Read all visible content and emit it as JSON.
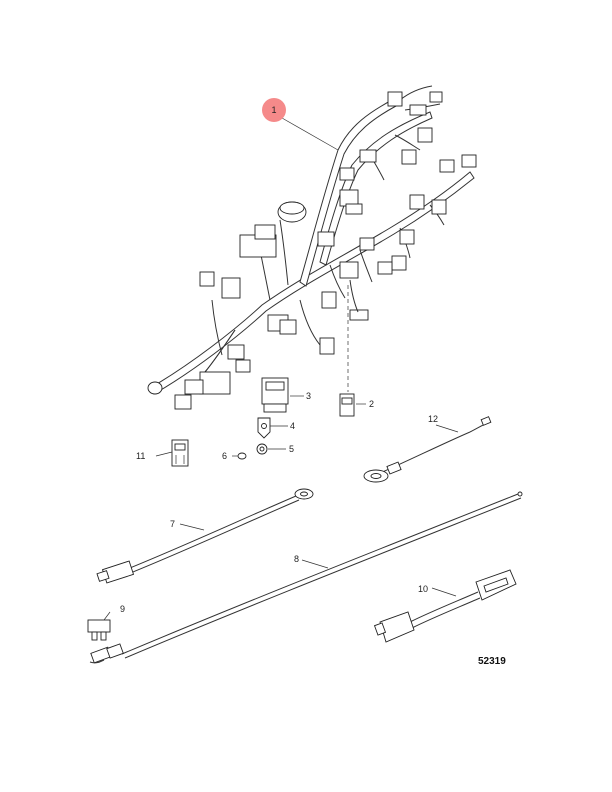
{
  "diagram": {
    "figure_number": "52319",
    "highlight_color": "#f58a8a",
    "callouts": {
      "c1": "1",
      "c2": "2",
      "c3": "3",
      "c4": "4",
      "c5": "5",
      "c6": "6",
      "c7": "7",
      "c8": "8",
      "c9": "9",
      "c10": "10",
      "c11": "11",
      "c12": "12"
    }
  }
}
